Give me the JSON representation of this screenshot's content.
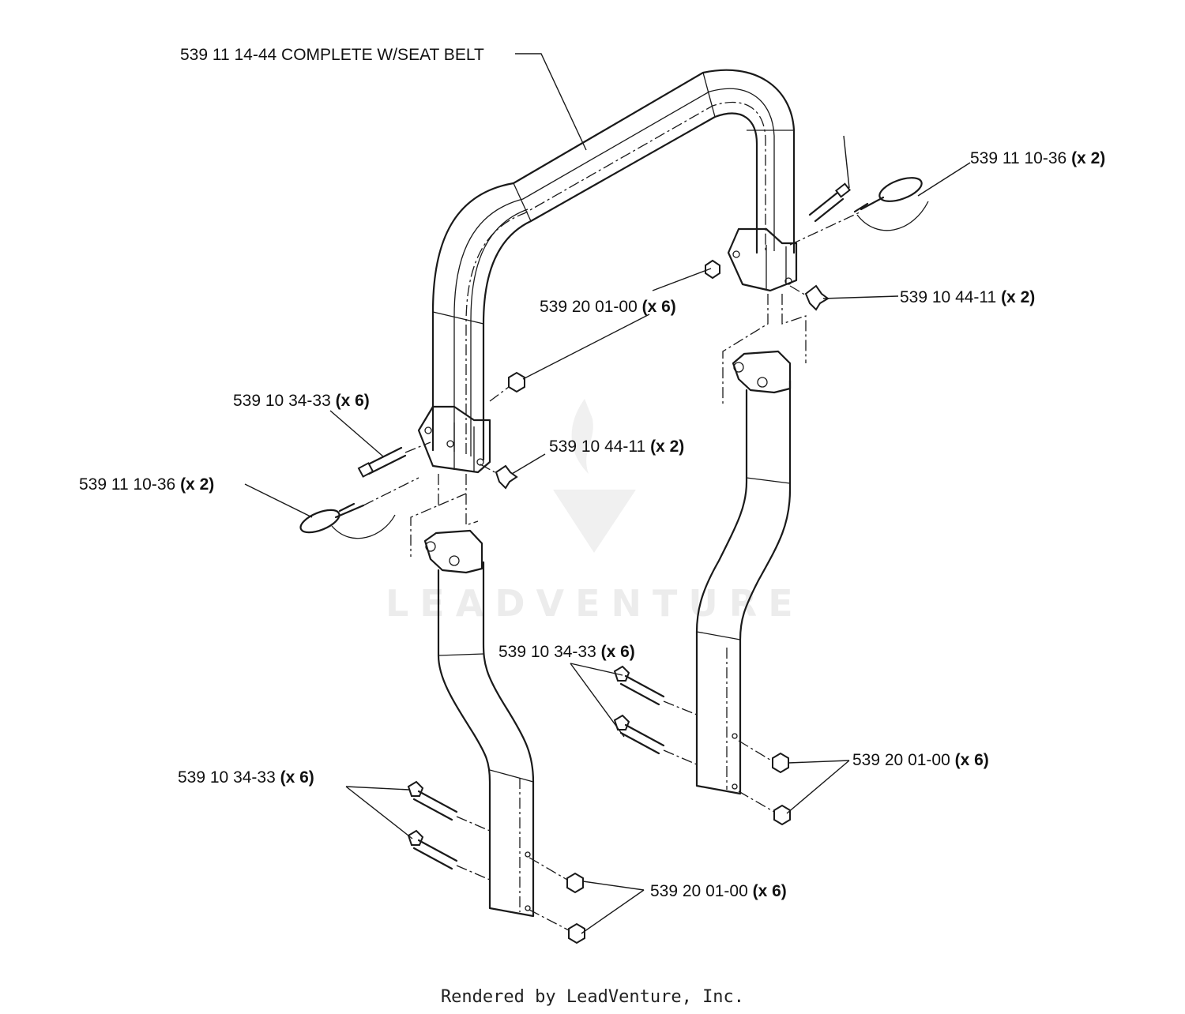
{
  "callouts": [
    {
      "id": "complete",
      "part": "539 11 14-44 COMPLETE W/SEAT BELT",
      "qty": ""
    },
    {
      "id": "clip-right",
      "part": "539 11 10-36",
      "qty": "(x 2)"
    },
    {
      "id": "knob-right",
      "part": "539 10 44-11",
      "qty": "(x 2)"
    },
    {
      "id": "nut-upper",
      "part": "539 20 01-00",
      "qty": "(x 6)"
    },
    {
      "id": "bolt-upper-left",
      "part": "539 10 34-33",
      "qty": "(x 6)"
    },
    {
      "id": "knob-left",
      "part": "539 10 44-11",
      "qty": "(x 2)"
    },
    {
      "id": "clip-left",
      "part": "539 11 10-36",
      "qty": "(x 2)"
    },
    {
      "id": "bolt-lower-right",
      "part": "539 10 34-33",
      "qty": "(x 6)"
    },
    {
      "id": "nut-lower-right",
      "part": "539 20 01-00",
      "qty": "(x 6)"
    },
    {
      "id": "bolt-lower-left",
      "part": "539 10 34-33",
      "qty": "(x 6)"
    },
    {
      "id": "nut-lower-left",
      "part": "539 20 01-00",
      "qty": "(x 6)"
    }
  ],
  "watermark": "LEADVENTURE",
  "footer": "Rendered by LeadVenture, Inc."
}
